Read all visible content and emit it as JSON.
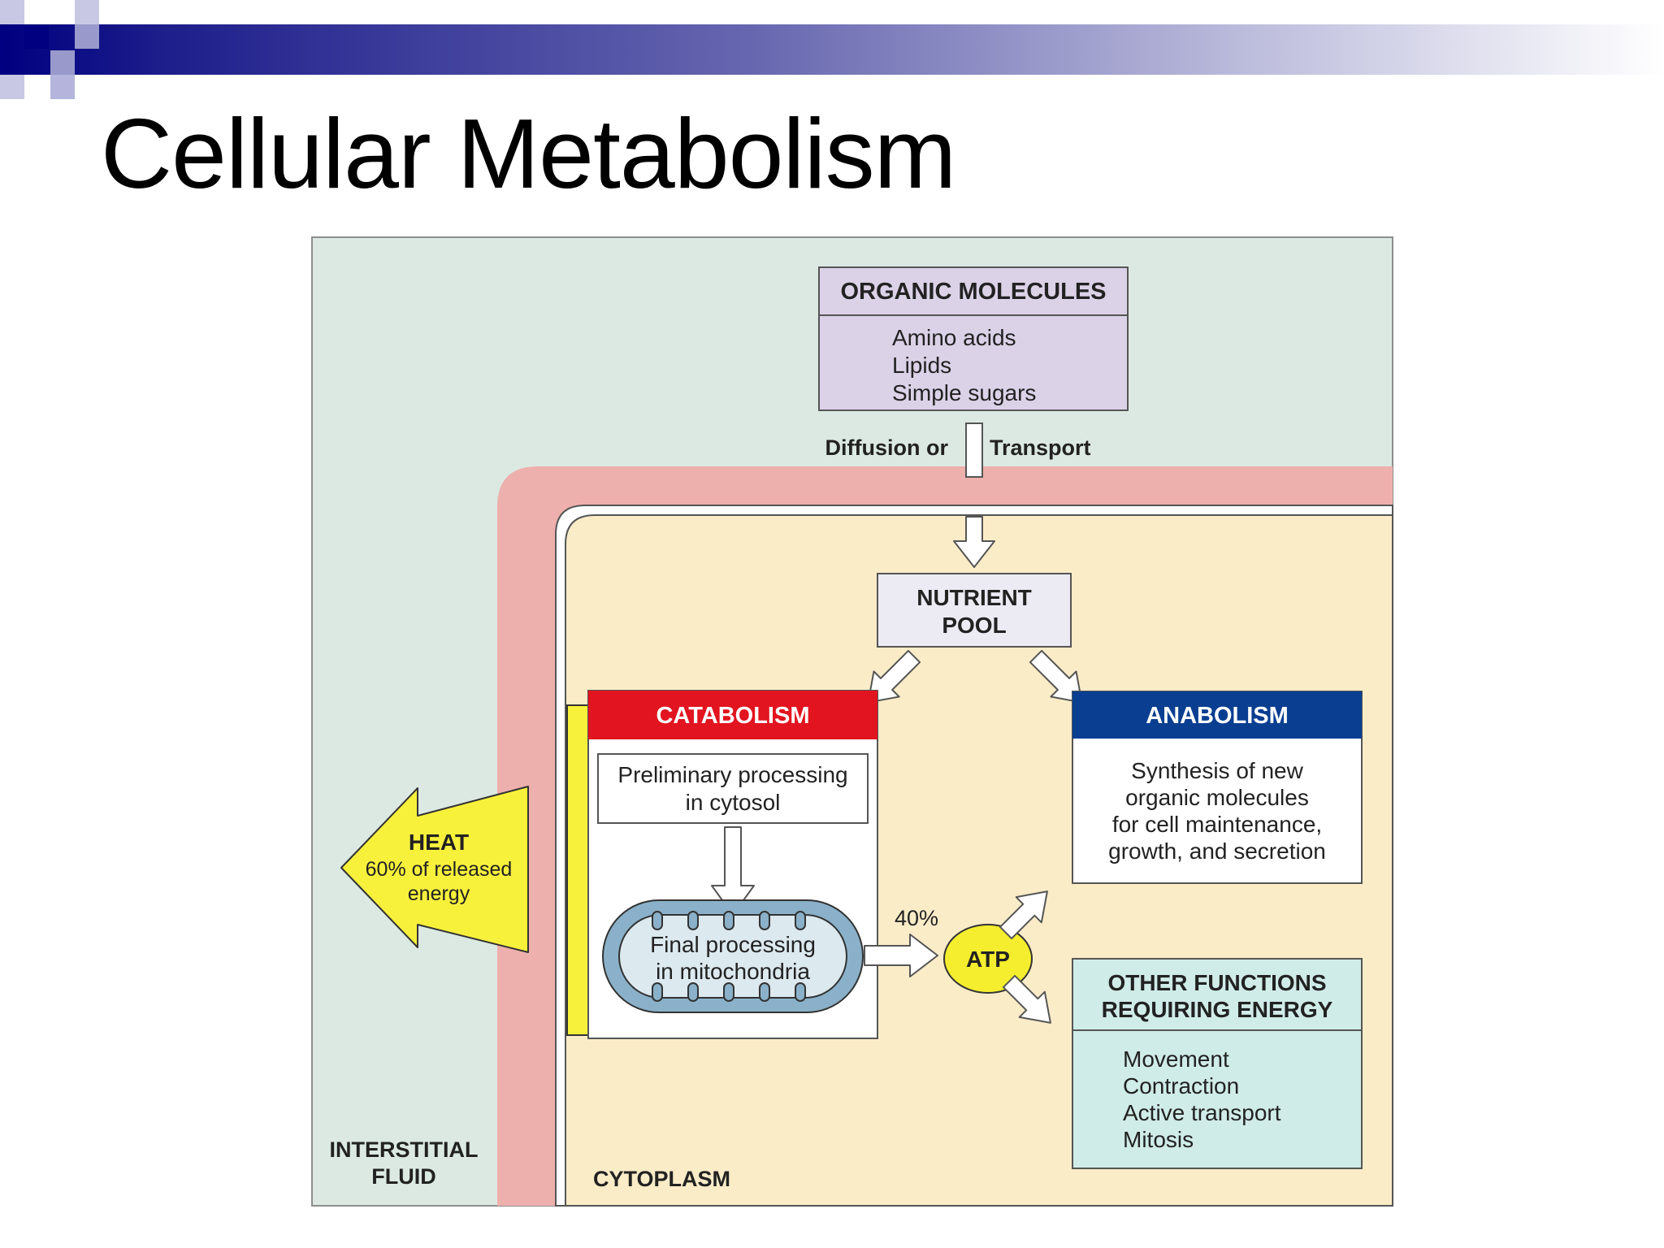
{
  "slide": {
    "title": "Cellular Metabolism"
  },
  "diagram": {
    "organic_molecules": {
      "heading": "ORGANIC MOLECULES",
      "items": [
        "Amino acids",
        "Lipids",
        "Simple sugars"
      ]
    },
    "membrane_label_left": "Diffusion or",
    "membrane_label_right": "Transport",
    "nutrient_pool": [
      "NUTRIENT",
      "POOL"
    ],
    "catabolism": {
      "heading": "CATABOLISM",
      "preliminary": [
        "Preliminary processing",
        "in cytosol"
      ],
      "final": [
        "Final processing",
        "in mitochondria"
      ]
    },
    "anabolism": {
      "heading": "ANABOLISM",
      "body": [
        "Synthesis of new",
        "organic molecules",
        "for cell maintenance,",
        "growth, and secretion"
      ]
    },
    "heat": {
      "heading": "HEAT",
      "body": [
        "60% of released",
        "energy"
      ]
    },
    "percent_label": "40%",
    "atp_label": "ATP",
    "other_functions": {
      "heading": [
        "OTHER FUNCTIONS",
        "REQUIRING ENERGY"
      ],
      "items": [
        "Movement",
        "Contraction",
        "Active transport",
        "Mitosis"
      ]
    },
    "interstitial_label": [
      "INTERSTITIAL",
      "FLUID"
    ],
    "cytoplasm_label": "CYTOPLASM"
  },
  "colors": {
    "header_dark": "#000080",
    "header_square_light": "#9999cc",
    "interstitial_fluid": "#dce9e3",
    "cell_membrane": "#eeb0ad",
    "cytoplasm": "#fbecc8",
    "organic_box": "#dcd2e8",
    "catabolism_header": "#e2141f",
    "anabolism_header": "#0a3e91",
    "other_functions_box": "#d0ece8",
    "heat_arrow": "#f8f13c",
    "atp_circle": "#f5ee2e",
    "mitochondrion": "#8ab1c9"
  }
}
